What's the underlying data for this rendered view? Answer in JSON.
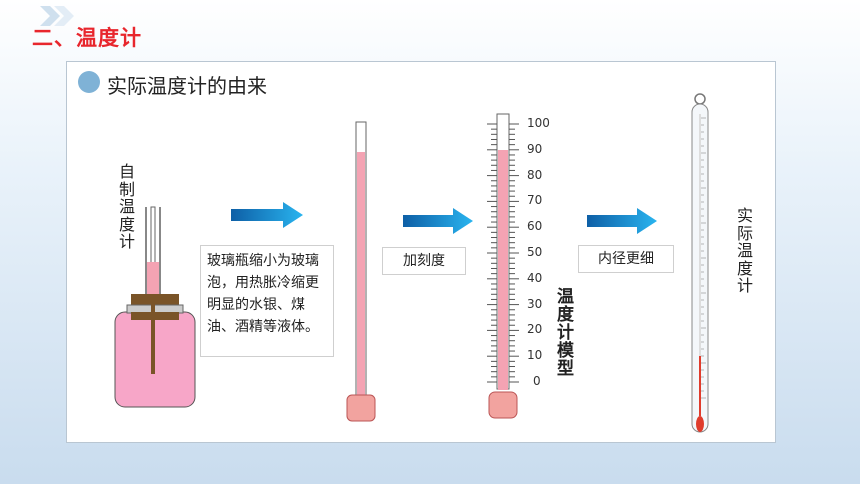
{
  "section_title": "二、温度计",
  "panel": {
    "heading": "实际温度计的由来"
  },
  "self_made_label": "自制温度计",
  "desc_box": "玻璃瓶缩小为玻璃泡，用热胀冷缩更明显的水银、煤油、酒精等液体。",
  "step2_label": "加刻度",
  "step3_label": "内径更细",
  "scale_ticks": [
    "100",
    "90",
    "80",
    "70",
    "60",
    "50",
    "40",
    "30",
    "20",
    "10",
    "0"
  ],
  "model_label": "温度计模型",
  "real_label": "实际温度计",
  "colors": {
    "accent": "#e8262d",
    "arrow": "#1f7fc4",
    "liquid": "#f4a3b3",
    "bottle": "#f7a6c8",
    "bulb": "#f2a39f"
  },
  "icons": [
    "chevron-icon",
    "arrow-right-icon"
  ]
}
